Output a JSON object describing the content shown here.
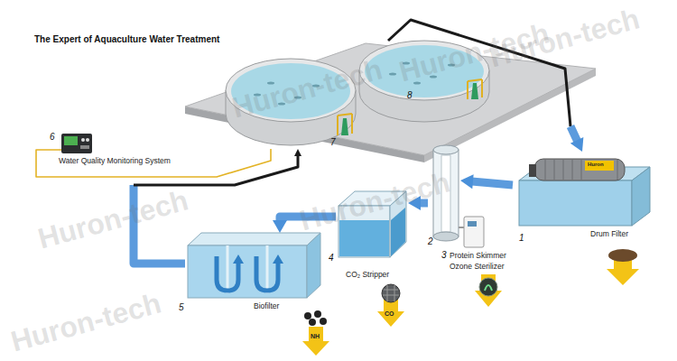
{
  "diagram": {
    "title": "The Expert of Aquaculture Water Treatment",
    "nodes": [
      {
        "text": [
          "1",
          "Drum Filter"
        ]
      },
      {
        "text": [
          "2",
          "Protein Skimmer"
        ]
      },
      {
        "text": [
          "3",
          "Ozone Sterilizer"
        ]
      },
      {
        "text": [
          "4",
          "CO₂ Stripper"
        ]
      },
      {
        "text": [
          "5",
          "Biofilter"
        ]
      },
      {
        "text": [
          "6",
          "Water Quality Monitoring System"
        ]
      },
      {
        "text": [
          "7",
          "8"
        ]
      }
    ],
    "edges": [
      {
        "from": 6,
        "to": 0,
        "arrow": "to"
      },
      {
        "from": 0,
        "to": 1,
        "arrow": "to"
      },
      {
        "from": 1,
        "to": 3,
        "arrow": "to"
      },
      {
        "from": 3,
        "to": 4,
        "arrow": "to"
      },
      {
        "from": 4,
        "to": 6,
        "arrow": "to"
      },
      {
        "from": 5,
        "to": 6,
        "arrow": "none"
      }
    ],
    "labels": [
      "Huron",
      "CO",
      "NH",
      "Huron-tech",
      "Huron-tech",
      "Huron-tech",
      "Huron-tech",
      "Huron-tech",
      "Huron-tech"
    ]
  }
}
